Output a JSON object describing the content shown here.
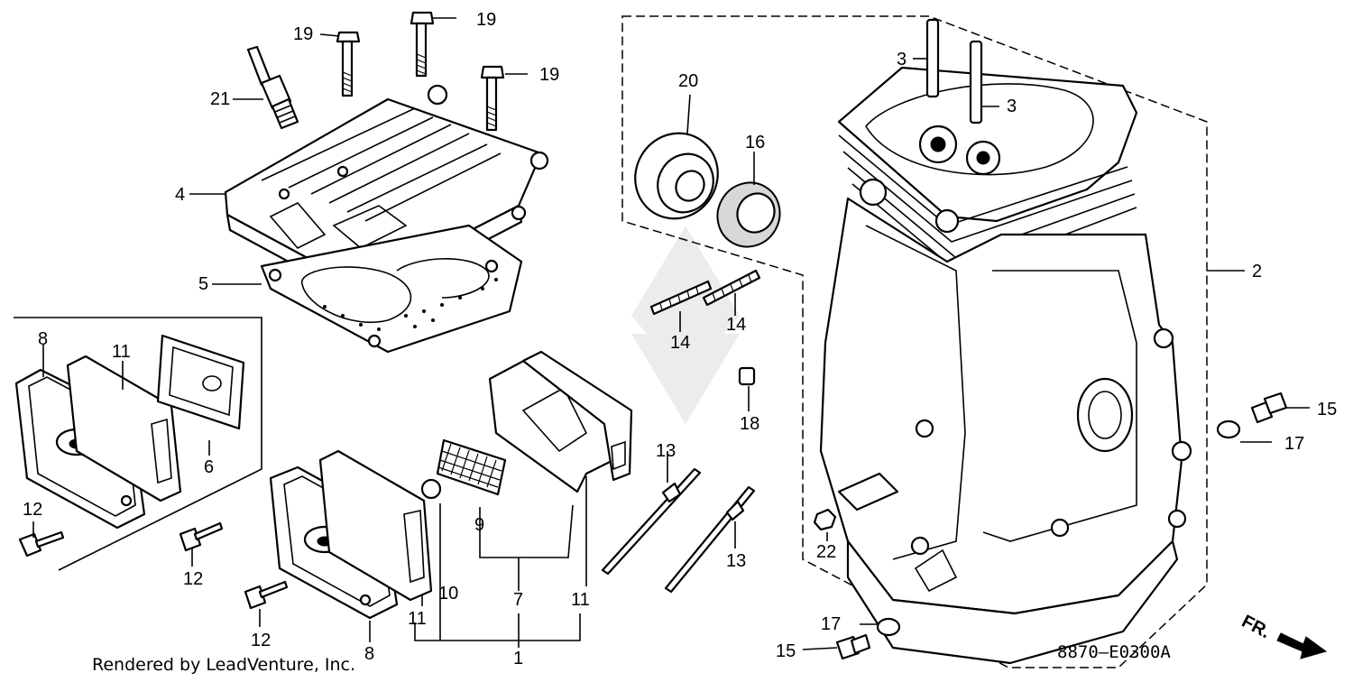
{
  "diagram": {
    "callouts": {
      "c1": "1",
      "c2": "2",
      "c3a": "3",
      "c3b": "3",
      "c4": "4",
      "c5": "5",
      "c6": "6",
      "c7": "7",
      "c8a": "8",
      "c8b": "8",
      "c9": "9",
      "c10": "10",
      "c11a": "11",
      "c11b": "11",
      "c11c": "11",
      "c12a": "12",
      "c12b": "12",
      "c12c": "12",
      "c13a": "13",
      "c13b": "13",
      "c14a": "14",
      "c14b": "14",
      "c15a": "15",
      "c15b": "15",
      "c16": "16",
      "c17a": "17",
      "c17b": "17",
      "c18": "18",
      "c19a": "19",
      "c19b": "19",
      "c19c": "19",
      "c20": "20",
      "c21": "21",
      "c22": "22"
    },
    "footer_text": "Rendered by LeadVenture, Inc.",
    "diagram_code": "8870—E0300A",
    "direction_label": "FR."
  }
}
